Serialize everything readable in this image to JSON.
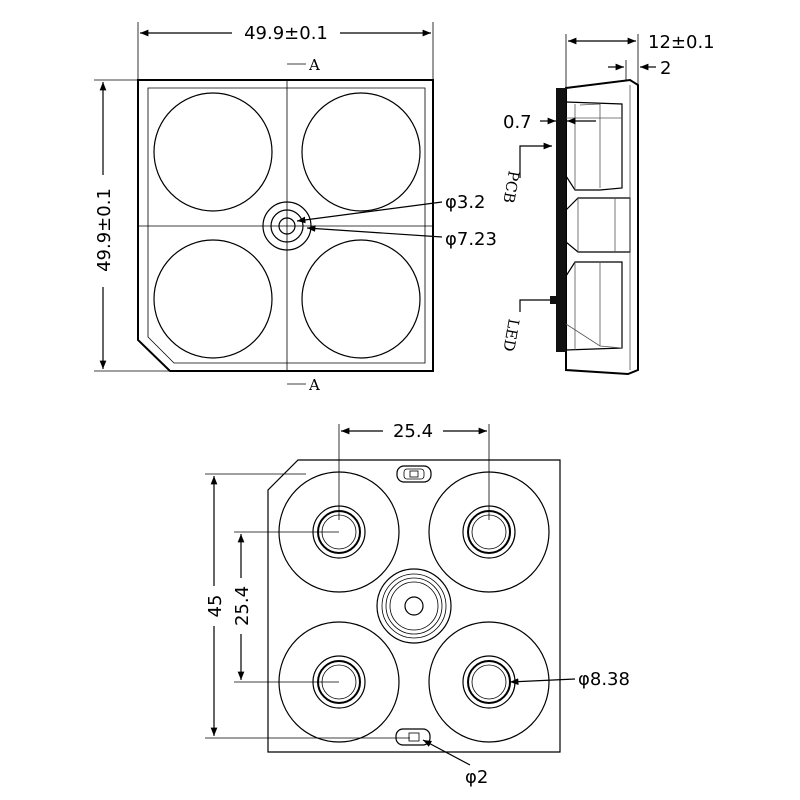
{
  "top_view": {
    "width_dim": "49.9±0.1",
    "height_dim": "49.9±0.1",
    "section_mark_top": "A",
    "section_mark_bottom": "A",
    "center_hole_dim": "φ3.2",
    "center_boss_dim": "φ7.23"
  },
  "side_view": {
    "depth_dim": "12±0.1",
    "step_dim": "2",
    "pcb_thickness_dim": "0.7",
    "pcb_label": "PCB",
    "led_label": "LED"
  },
  "bottom_view": {
    "pitch_x_dim": "25.4",
    "pitch_y_dim": "25.4",
    "height_dim": "45",
    "led_cavity_dim": "φ8.38",
    "pin_dim": "φ2"
  }
}
